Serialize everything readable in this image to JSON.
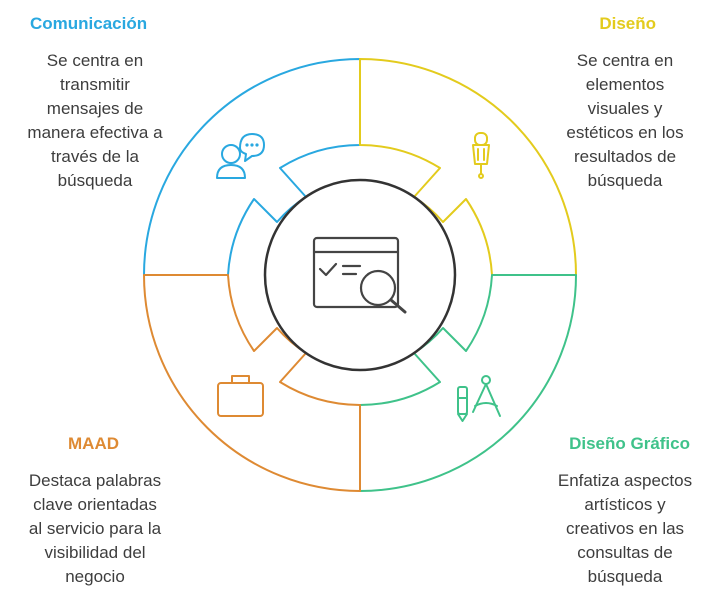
{
  "colors": {
    "comunicacion": "#29a8e0",
    "diseno": "#e3cb1d",
    "diseno_grafico": "#3fc28a",
    "maad": "#de8a33",
    "center_stroke": "#333333",
    "text": "#3d3d3d"
  },
  "center": {
    "icon": "search-window-icon"
  },
  "sections": [
    {
      "key": "comunicacion",
      "title": "Comunicación",
      "description_lines": [
        "Se centra en",
        "transmitir",
        "mensajes de",
        "manera efectiva a",
        "través de la",
        "búsqueda"
      ],
      "icon": "user-chat-icon"
    },
    {
      "key": "diseno",
      "title": "Diseño",
      "description_lines": [
        "Se centra en",
        "elementos",
        "visuales y",
        "estéticos en los",
        "resultados de",
        "búsqueda"
      ],
      "icon": "pen-nib-icon"
    },
    {
      "key": "diseno_grafico",
      "title": "Diseño Gráfico",
      "description_lines": [
        "Enfatiza aspectos",
        "artísticos y",
        "creativos en las",
        "consultas de",
        "búsqueda"
      ],
      "icon": "drafting-tools-icon"
    },
    {
      "key": "maad",
      "title": "MAAD",
      "description_lines": [
        "Destaca palabras",
        "clave orientadas",
        "al servicio para la",
        "visibilidad del",
        "negocio"
      ],
      "icon": "briefcase-icon"
    }
  ]
}
